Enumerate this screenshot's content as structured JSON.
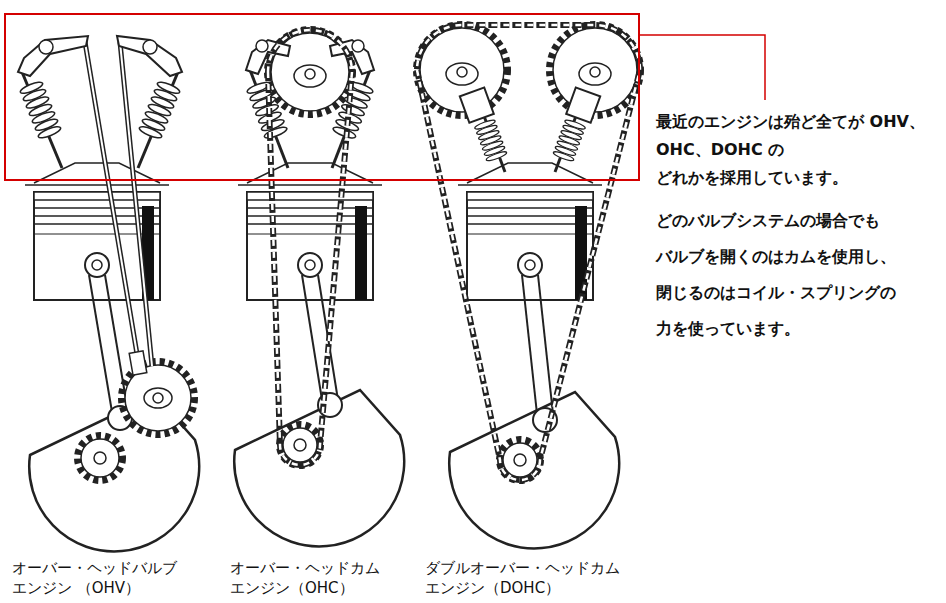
{
  "diagram": {
    "labels": [
      "オーバー・ヘッドバルブ エンジン （OHV）",
      "オーバー・ヘッドカム エンジン（OHC）",
      "ダブルオーバー・ヘッドカム エンジン（DOHC）",
      "最近のエンジンは殆ど全てが OHV、OHC、DOHC の どれかを採用しています。",
      "どのバルブシステムの場合でも バルブを開くのはカムを使用し、 閉じるのはコイル・スプリングの 力を使っています。"
    ]
  }
}
